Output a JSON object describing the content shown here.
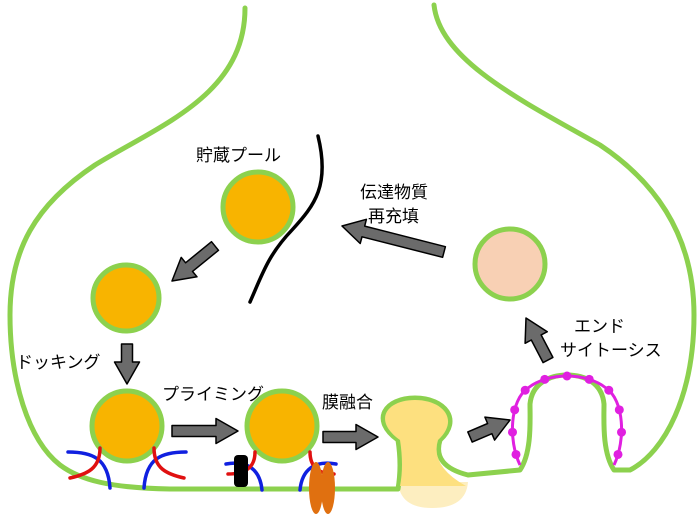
{
  "labels": {
    "reserve_pool": "貯蔵プール",
    "refill_line1": "伝達物質",
    "refill_line2": "再充填",
    "docking": "ドッキング",
    "priming": "プライミング",
    "fusion": "膜融合",
    "endo_line1": "エンド",
    "endo_line2": "サイトーシス"
  },
  "colors": {
    "membrane": "#8cd14e",
    "vesicle_fill": "#f8b400",
    "empty_vesicle_fill": "#f8d0b4",
    "fused_fill": "#fde07f",
    "released_fill": "#fdeec0",
    "arrow_fill": "#6b6b6b",
    "snare_blue": "#1020e0",
    "snare_red": "#e01010",
    "channel_orange": "#e07010",
    "coat_magenta": "#e020e0",
    "cytoskeleton": "#000000"
  }
}
